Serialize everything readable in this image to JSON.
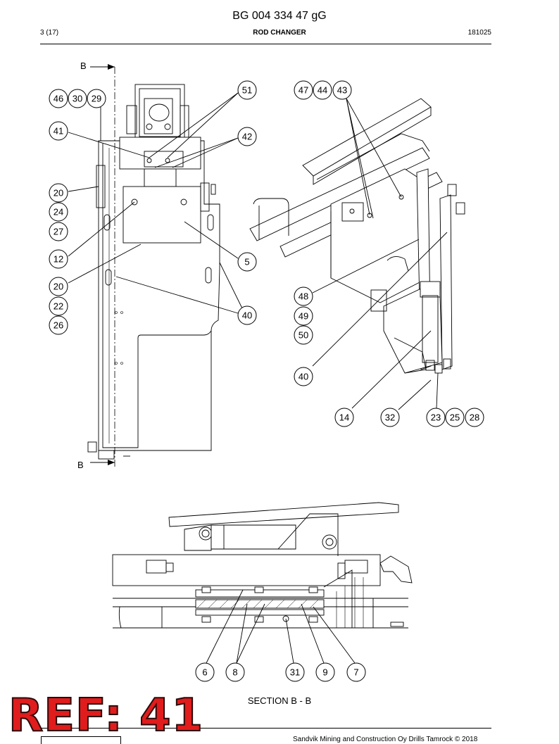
{
  "document": {
    "number": "BG 004 334 47 gG",
    "page": "3 (17)",
    "title": "ROD CHANGER",
    "date_code": "181025",
    "section_caption": "SECTION B - B",
    "footer": "Sandvik Mining and Construction Oy Drills Tamrock © 2018"
  },
  "section_markers": {
    "top_letter": "B",
    "bottom_letter": "B"
  },
  "stamp": {
    "text": "REF: 41",
    "color": "#e01c1c"
  },
  "callouts": {
    "c46": "46",
    "c30": "30",
    "c29": "29",
    "c41": "41",
    "c51": "51",
    "c42": "42",
    "c20a": "20",
    "c24": "24",
    "c27": "27",
    "c12": "12",
    "c5": "5",
    "c20b": "20",
    "c22": "22",
    "c26": "26",
    "c40a": "40",
    "c47": "47",
    "c44": "44",
    "c43": "43",
    "c48": "48",
    "c49": "49",
    "c50": "50",
    "c40b": "40",
    "c14": "14",
    "c32": "32",
    "c23": "23",
    "c25": "25",
    "c28": "28",
    "c6": "6",
    "c8": "8",
    "c31": "31",
    "c9": "9",
    "c7": "7"
  }
}
